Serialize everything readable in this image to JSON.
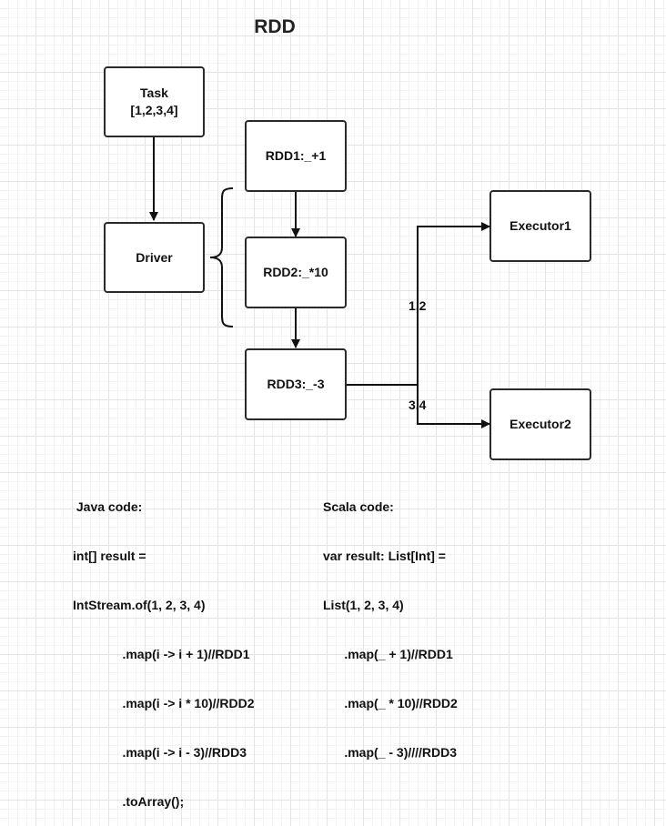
{
  "title": "RDD",
  "nodes": {
    "task": {
      "line1": "Task",
      "line2": "[1,2,3,4]"
    },
    "driver": "Driver",
    "rdd1": "RDD1:_+1",
    "rdd2": "RDD2:_*10",
    "rdd3": "RDD3:_-3",
    "executor1": "Executor1",
    "executor2": "Executor2"
  },
  "edge_labels": {
    "to_executor1": "1,2",
    "to_executor2": "3,4"
  },
  "java_code": [
    " Java code:",
    "int[] result =",
    "IntStream.of(1, 2, 3, 4)",
    "              .map(i -> i + 1)//RDD1",
    "              .map(i -> i * 10)//RDD2",
    "              .map(i -> i - 3)//RDD3",
    "              .toArray();"
  ],
  "scala_code": [
    "Scala code:",
    "var result: List[Int] =",
    "List(1, 2, 3, 4)",
    "      .map(_ + 1)//RDD1",
    "      .map(_ * 10)//RDD2",
    "      .map(_ - 3)////RDD3"
  ]
}
